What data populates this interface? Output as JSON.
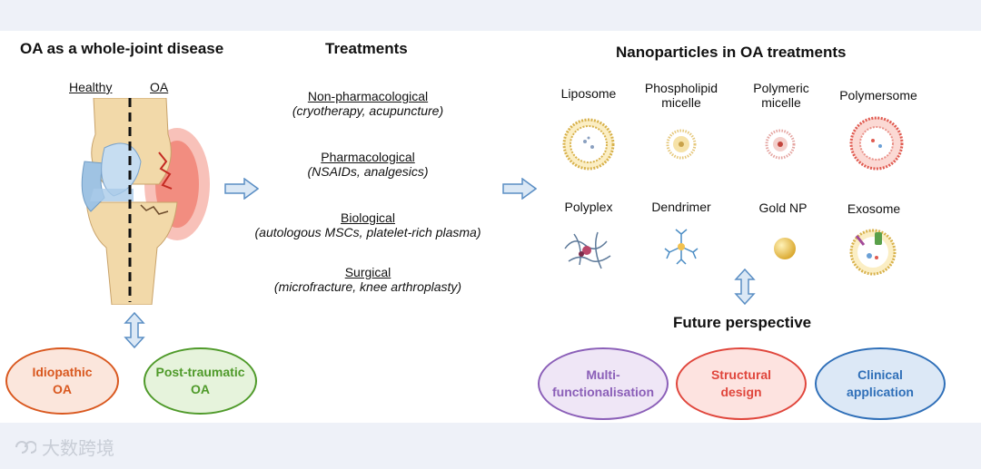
{
  "left": {
    "title": "OA as a whole-joint disease",
    "healthy_label": "Healthy",
    "oa_label": "OA",
    "ovals": [
      {
        "text": "Idiopathic\nOA",
        "color": "#d9581f",
        "fill": "#fbe6dc"
      },
      {
        "text": "Post-traumatic\nOA",
        "color": "#4f9a2a",
        "fill": "#e6f3dc"
      }
    ]
  },
  "middle": {
    "title": "Treatments",
    "items": [
      {
        "name": "Non-pharmacological",
        "desc": "(cryotherapy, acupuncture)"
      },
      {
        "name": "Pharmacological",
        "desc": "(NSAIDs, analgesics)"
      },
      {
        "name": "Biological",
        "desc": "(autologous MSCs, platelet-rich plasma)"
      },
      {
        "name": "Surgical",
        "desc": "(microfracture, knee arthroplasty)"
      }
    ]
  },
  "right": {
    "title": "Nanoparticles in OA treatments",
    "particles": [
      {
        "label": "Liposome",
        "icon": "liposome-icon"
      },
      {
        "label": "Phospholipid\nmicelle",
        "icon": "phospholipid-micelle-icon"
      },
      {
        "label": "Polymeric\nmicelle",
        "icon": "polymeric-micelle-icon"
      },
      {
        "label": "Polymersome",
        "icon": "polymersome-icon"
      },
      {
        "label": "Polyplex",
        "icon": "polyplex-icon"
      },
      {
        "label": "Dendrimer",
        "icon": "dendrimer-icon"
      },
      {
        "label": "Gold NP",
        "icon": "gold-np-icon"
      },
      {
        "label": "Exosome",
        "icon": "exosome-icon"
      }
    ],
    "future_title": "Future perspective",
    "ovals": [
      {
        "text": "Multi-\nfunctionalisation",
        "color": "#8b5fb8",
        "fill": "#efe6f6"
      },
      {
        "text": "Structural\ndesign",
        "color": "#e0463c",
        "fill": "#fde3e0"
      },
      {
        "text": "Clinical\napplication",
        "color": "#2f6fb8",
        "fill": "#dce8f6"
      }
    ]
  },
  "watermark": "大数跨境",
  "colors": {
    "arrow_fill": "#dbe8f5",
    "arrow_stroke": "#5a8ec4"
  }
}
